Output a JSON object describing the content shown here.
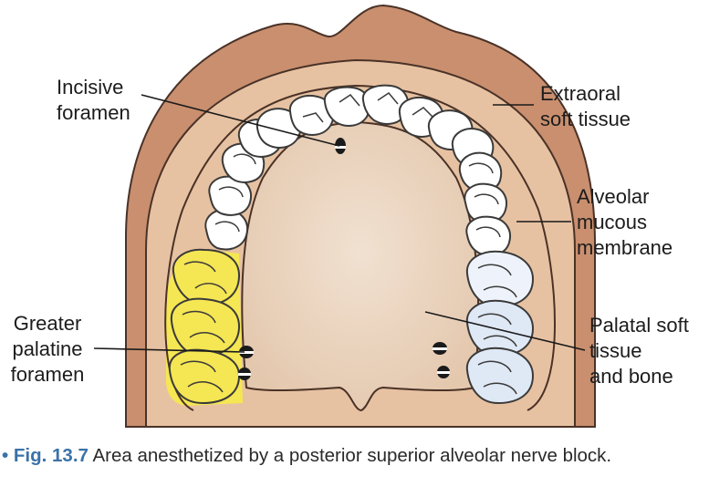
{
  "labels": {
    "incisive_foramen": [
      "Incisive",
      "foramen"
    ],
    "extraoral_soft_tissue": [
      "Extraoral",
      "soft tissue"
    ],
    "alveolar_mucous_membrane": [
      "Alveolar",
      "mucous",
      "membrane"
    ],
    "greater_palatine_foramen": [
      "Greater",
      "palatine",
      "foramen"
    ],
    "palatal_soft_tissue": [
      "Palatal soft",
      "tissue",
      "and bone"
    ]
  },
  "caption": {
    "bullet": "•",
    "fig_number": "Fig. 13.7",
    "text": "Area anesthetized by a posterior superior alveolar nerve block."
  },
  "colors": {
    "extraoral": "#c98f6f",
    "mucosa": "#e7c2a2",
    "palate": "#eed9c5",
    "tooth_fill": "#ffffff",
    "tooth_shaded": "#dfe8f5",
    "anesthetized_area": "#f5e653",
    "caption_accent": "#3a72a8"
  }
}
